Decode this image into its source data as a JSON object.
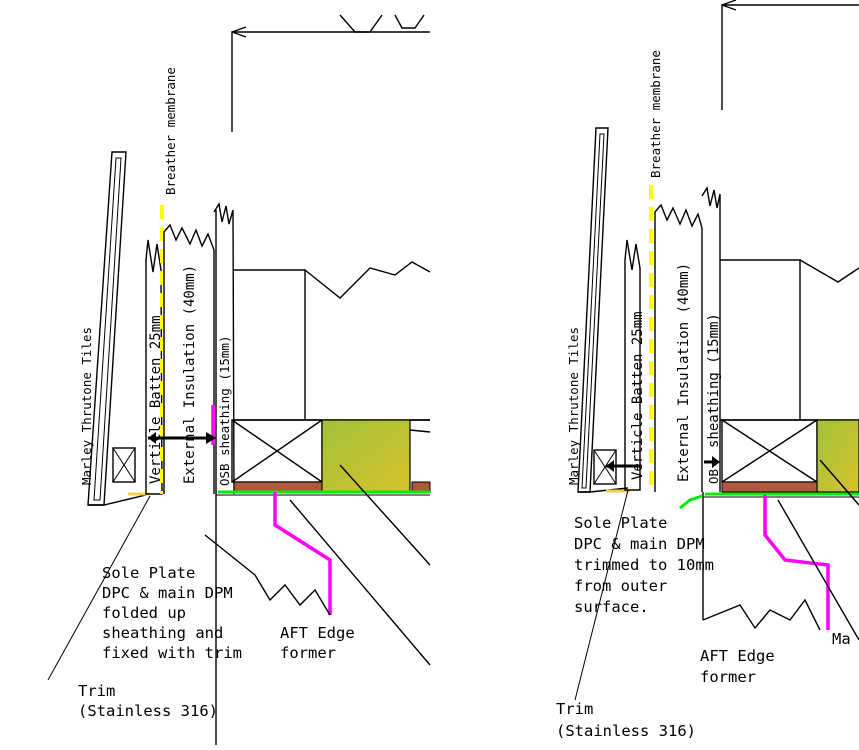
{
  "colors": {
    "membrane": "#ffff00",
    "dpm_magenta": "#ff00ff",
    "dpm_green": "#00ee00",
    "insulation_panel": "#b5c72a",
    "sole_plate_brown": "#b05a3c",
    "trim_yellow": "#f2d04a",
    "line": "#000000"
  },
  "left_detail": {
    "tiles": "Marley Thrutone Tiles",
    "membrane": "Breather membrane",
    "batten": "Verticle Batten 25mm",
    "insulation": "External Insulation (40mm)",
    "sheathing": "OSB sheathing (15mm)",
    "note_lines": [
      "Sole Plate",
      "DPC & main DPM",
      "folded up",
      "sheathing and",
      "fixed with trim"
    ],
    "aft_lines": [
      "AFT Edge",
      "former"
    ],
    "trim_lines": [
      "Trim",
      "(Stainless 316)"
    ]
  },
  "right_detail": {
    "tiles": "Marley Thrutone Tiles",
    "membrane": "Breather membrane",
    "batten": "Verticle Batten 25mm",
    "insulation": "External Insulation (40mm)",
    "sheathing": "sheathing (15mm)",
    "sheathing_prefix": "OB",
    "note_lines": [
      "Sole Plate",
      "DPC & main DPM",
      "trimmed to 10mm",
      "from outer",
      "surface."
    ],
    "aft_lines": [
      "AFT Edge",
      "former"
    ],
    "cut_label": "Ma",
    "trim_lines": [
      "Trim",
      "(Stainless 316)"
    ]
  }
}
